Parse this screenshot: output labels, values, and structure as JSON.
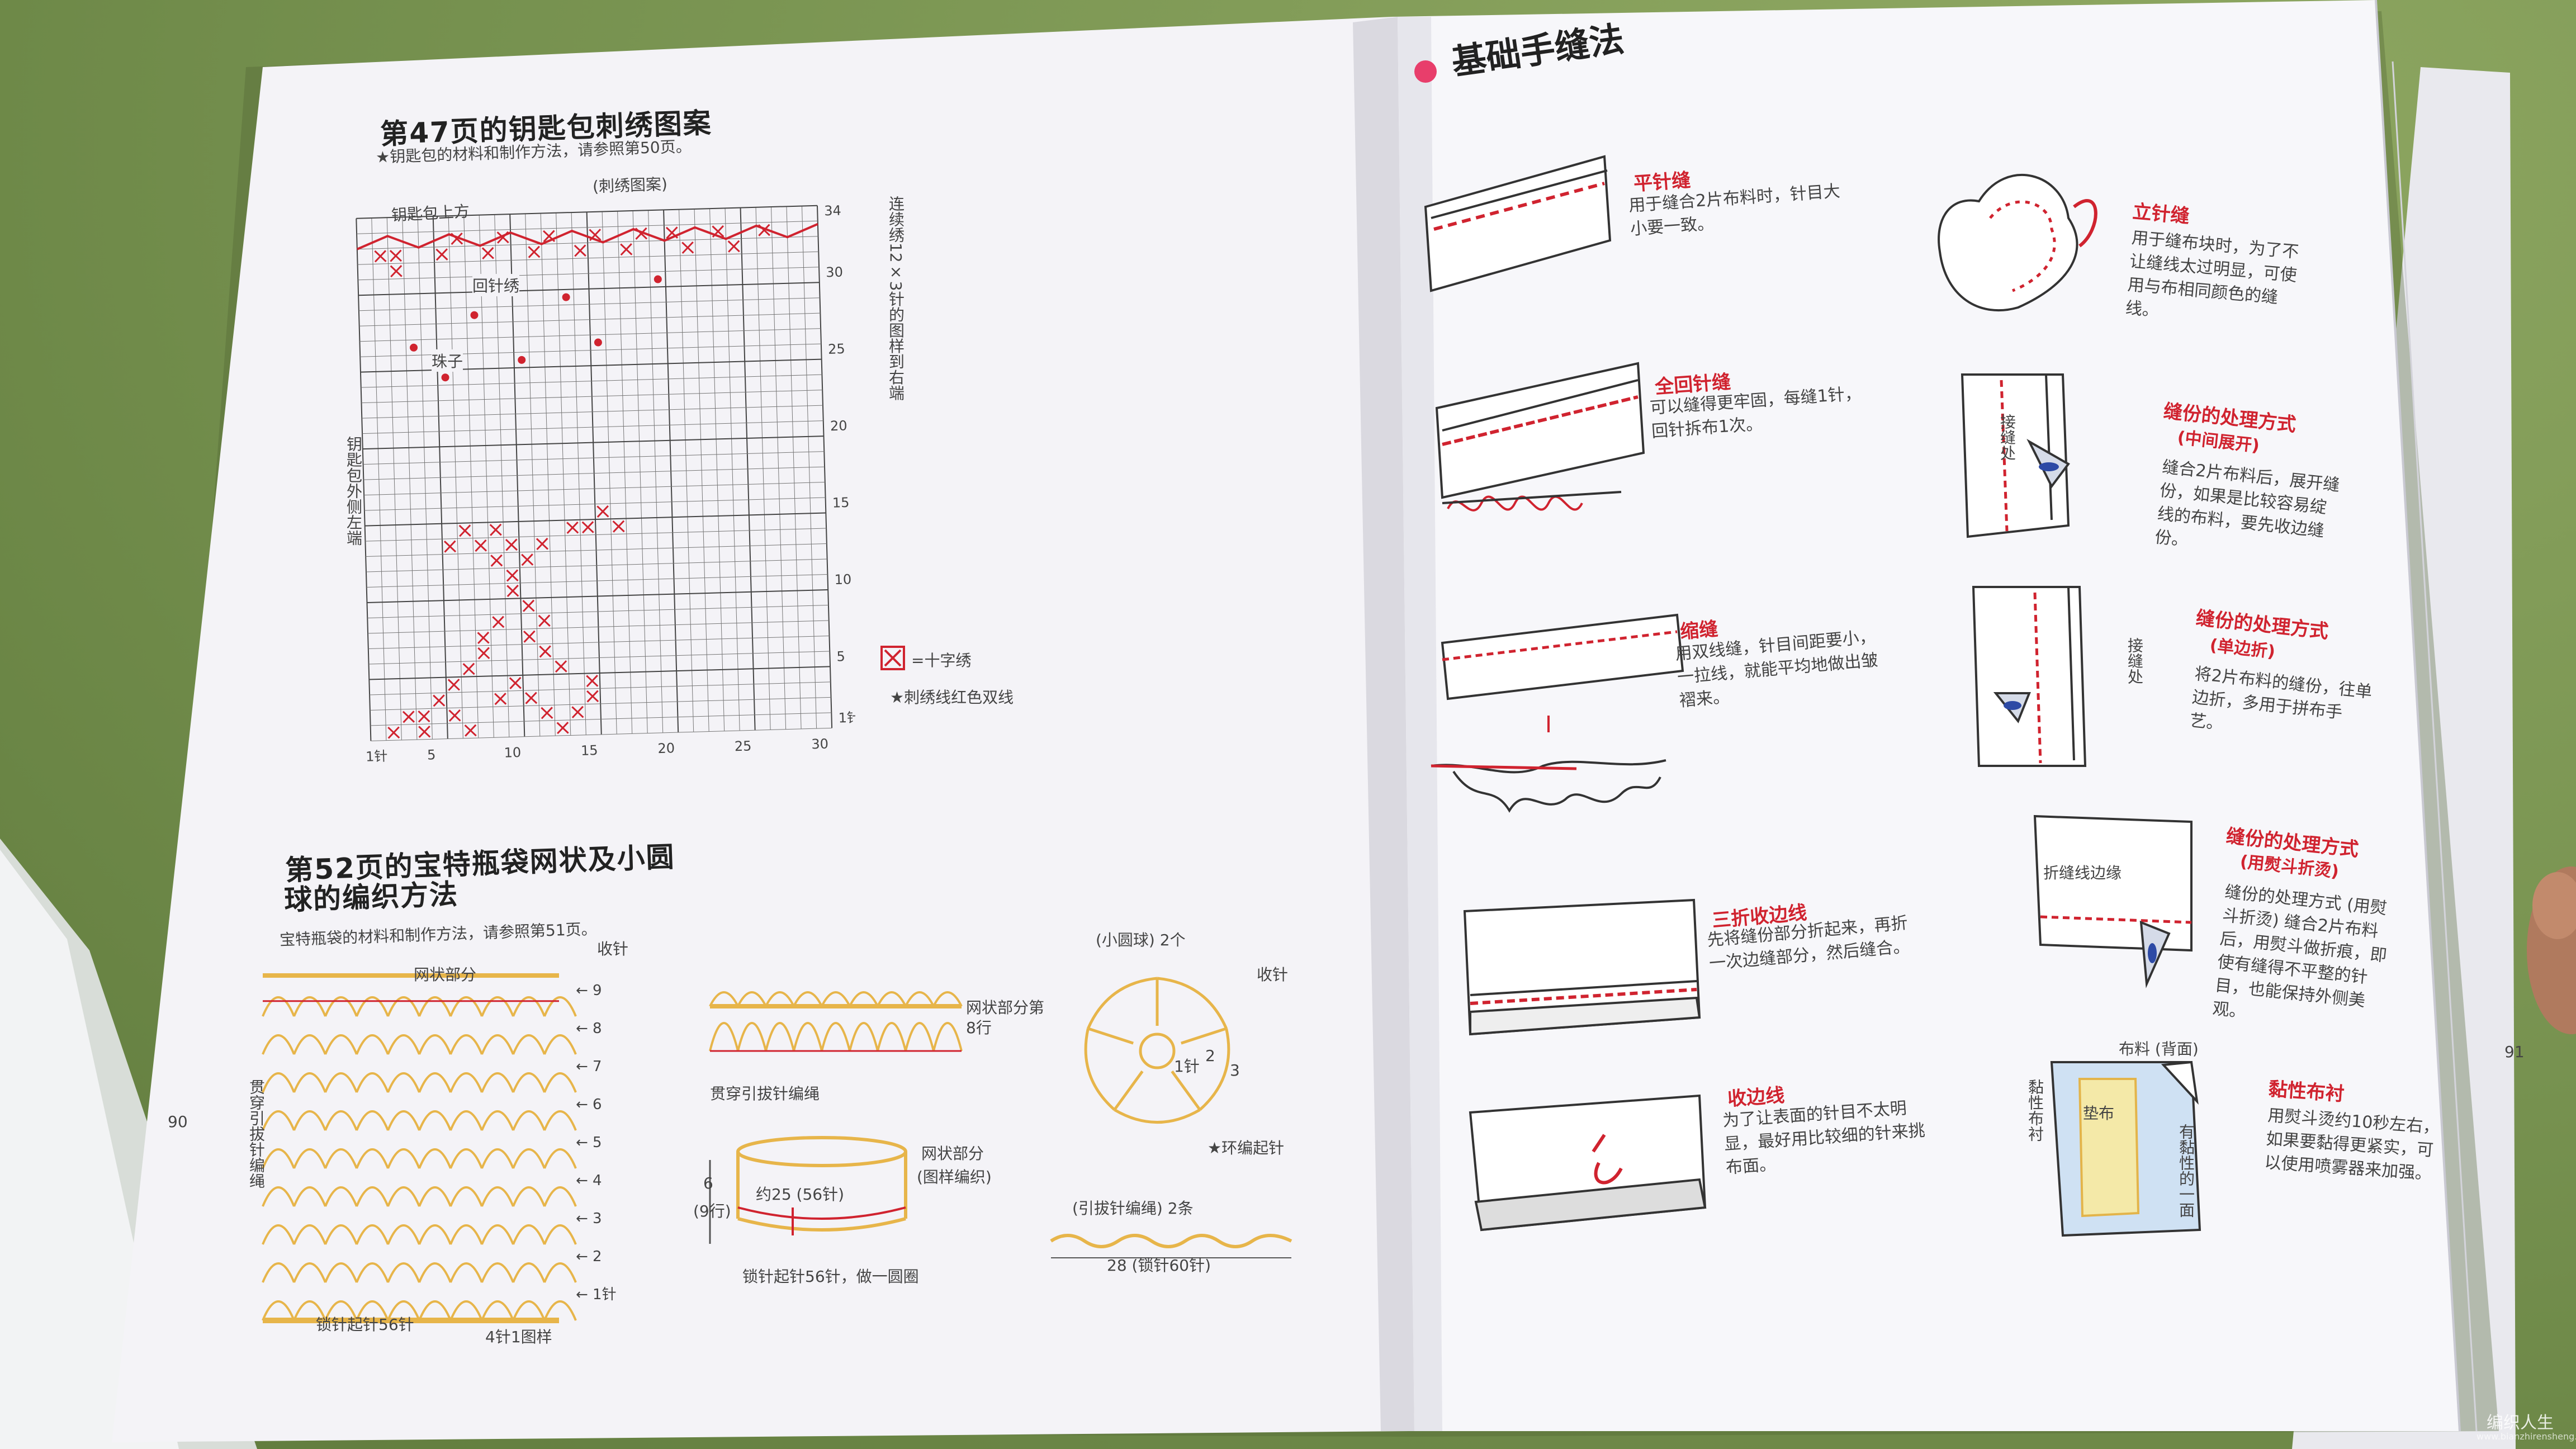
{
  "left_page": {
    "section1": {
      "title": "第47页的钥匙包刺绣图案",
      "note": "★钥匙包的材料和制作方法，请参照第50页。",
      "chart_top_label": "(刺绣图案)",
      "labels": {
        "top": "钥匙包上方",
        "back_stitch": "回针绣",
        "bead": "珠子",
        "left_side": "钥匙包外侧左端",
        "repeat": "连续绣12×3针的图样到右端"
      },
      "axis_x": [
        "1针",
        "5",
        "10",
        "15",
        "20",
        "25",
        "30"
      ],
      "axis_y": [
        "34",
        "30",
        "25",
        "20",
        "15",
        "10",
        "5",
        "1针"
      ],
      "legend_cross": "=十字绣",
      "legend_note": "★刺绣线红色双线"
    },
    "section2": {
      "title_line1": "第52页的宝特瓶袋网状及小圆",
      "title_line2": "球的编织方法",
      "note": "宝特瓶袋的材料和制作方法，请参照第51页。",
      "labels": {
        "net_part": "网状部分",
        "bind_off": "收针",
        "slip_chain": "贯穿引拔针编绳",
        "chain_start": "锁针起针56针",
        "pattern": "4针1图样",
        "net_part2": "网状部分第8行",
        "slip_chain2": "贯穿引拔针编绳",
        "ball_title": "(小圆球) 2个",
        "ball_bind": "收针",
        "ring_start": "★环编起针",
        "net_part3": "网状部分",
        "net_part3b": "(图样编织)",
        "about25": "约25 (56针)",
        "rows6": "6",
        "rows6b": "(9行)",
        "chain_ring": "锁针起针56针，做一圆圈",
        "slip_chain3": "(引拔针编绳) 2条",
        "chain60": "28 (锁针60针)",
        "ball_n1": "1针",
        "ball_n2": "2",
        "ball_n3": "3"
      },
      "row_numbers": [
        "9",
        "8",
        "7",
        "6",
        "5",
        "4",
        "3",
        "2",
        "1针"
      ]
    },
    "page_number": "90"
  },
  "right_page": {
    "title": "基础手缝法",
    "items": [
      {
        "title": "平针缝",
        "text": "用于缝合2片布料时，针目大小要一致。"
      },
      {
        "title": "全回针缝",
        "text": "可以缝得更牢固，每缝1针，回针拆布1次。"
      },
      {
        "title": "缩缝",
        "text": "用双线缝，针目间距要小，一拉线，就能平均地做出皱褶来。"
      },
      {
        "title": "三折收边线",
        "text": "先将缝份部分折起来，再折一次边缝部分，然后缝合。"
      },
      {
        "title": "收边线",
        "text": "为了让表面的针目不太明显，最好用比较细的针来挑布面。"
      },
      {
        "title": "立针缝",
        "text": "用于缝布块时，为了不让缝线太过明显，可使用与布相同颜色的缝线。"
      },
      {
        "title": "缝份的处理方式",
        "subtitle": "(中间展开)",
        "text": "缝合2片布料后，展开缝份，如果是比较容易绽线的布料，要先收边缝份。",
        "label": "接缝处"
      },
      {
        "title": "缝份的处理方式",
        "subtitle": "(单边折)",
        "text": "将2片布料的缝份，往单边折，多用于拼布手艺。",
        "label": "接缝处"
      },
      {
        "title": "缝份的处理方式",
        "subtitle": "(用熨斗折烫)",
        "text": "缝份的处理方式 (用熨斗折烫) 缝合2片布料后，用熨斗做折痕，即使有缝得不平整的针目，也能保持外侧美观。",
        "label": "折缝线边缘"
      },
      {
        "title": "黏性布衬",
        "text": "用熨斗烫约10秒左右，如果要黏得更紧实，可以使用喷雾器来加强。",
        "label_top": "布料 (背面)",
        "label_pad": "垫布",
        "label_side": "黏性布衬",
        "label_sticky": "有黏性的一面"
      }
    ],
    "page_number": "91"
  },
  "watermark": "编织人生",
  "watermark_url": "www.bianzhirensheng.com"
}
